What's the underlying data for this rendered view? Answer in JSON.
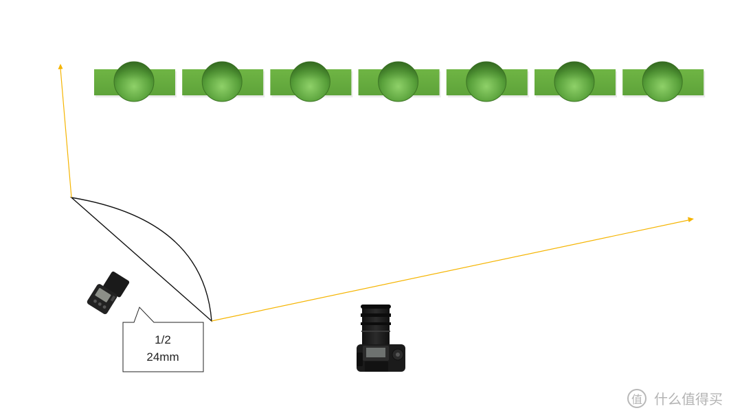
{
  "scene": {
    "background": "#ffffff",
    "arrow_color": "#f5b400",
    "target_color": "#6db33f",
    "target_count": 7
  },
  "callout": {
    "power": "1/2",
    "zoom": "24mm"
  },
  "watermark": {
    "symbol": "值",
    "text": "什么值得买"
  },
  "icons": {
    "flash": "speedlite-flash-icon",
    "camera": "mirrorless-camera-icon",
    "target": "round-target-icon"
  }
}
